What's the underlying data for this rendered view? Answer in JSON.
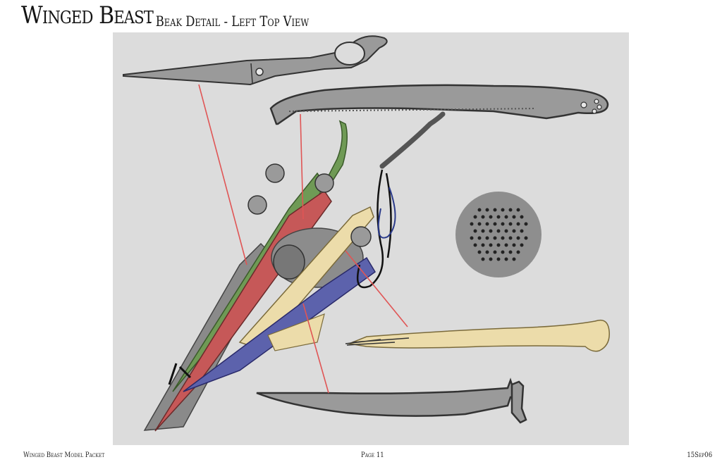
{
  "header": {
    "title_main": "Winged Beast",
    "title_sub": "- Beak Detail - Left Top View"
  },
  "footer": {
    "left": "Winged Beast Model Packet",
    "center": "Page 11",
    "right": "15Sep06"
  },
  "colors": {
    "panel_background": "#dcdcdc",
    "tool_gray": "#9a9a9a",
    "bone": "#ecdcaa",
    "green_blade": "#6f9a55",
    "red_blade": "#c65858",
    "blue_blade": "#5c62ac",
    "leader_line": "#e05555"
  },
  "icons": [
    "scissors-icon",
    "saw-icon",
    "bone-icon",
    "knife-icon",
    "speaker-grille-icon"
  ]
}
